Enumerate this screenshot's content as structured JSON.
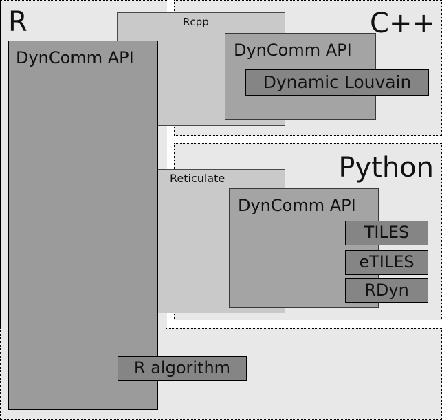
{
  "languages": {
    "r": "R",
    "cpp": "C++",
    "python": "Python"
  },
  "bridges": {
    "rcpp": "Rcpp",
    "reticulate": "Reticulate"
  },
  "apis": {
    "r": "DynComm API",
    "cpp": "DynComm API",
    "python": "DynComm API"
  },
  "algorithms": {
    "cpp": [
      "Dynamic Louvain"
    ],
    "python": [
      "TILES",
      "eTILES",
      "RDyn"
    ],
    "r": [
      "R algorithm"
    ]
  },
  "colors": {
    "zone": "#e8e8e8",
    "bridge": "#c9c9c9",
    "api": "#a4a4a4",
    "algorithm": "#858585"
  }
}
